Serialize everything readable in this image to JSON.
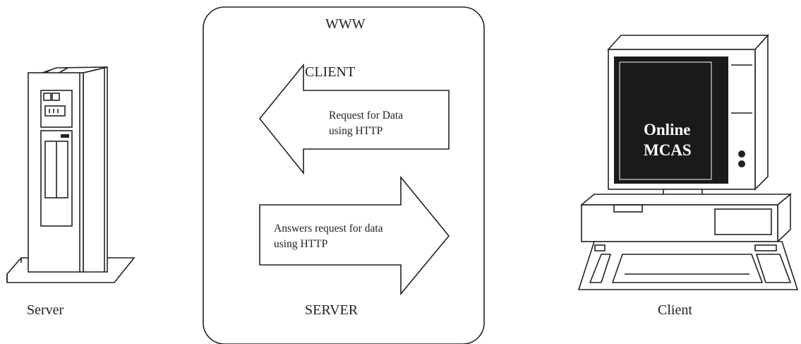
{
  "www_box": {
    "title": "WWW",
    "top_label": "CLIENT",
    "bottom_label": "SERVER"
  },
  "left_arrow": {
    "line1": "Request for Data",
    "line2": "using HTTP"
  },
  "right_arrow": {
    "line1": "Answers request for data",
    "line2": "using HTTP"
  },
  "server": {
    "caption": "Server"
  },
  "client": {
    "caption": "Client",
    "screen_line1": "Online",
    "screen_line2": "MCAS"
  },
  "colors": {
    "ink": "#222222",
    "screen": "#1a1a1a",
    "background": "#ffffff"
  }
}
